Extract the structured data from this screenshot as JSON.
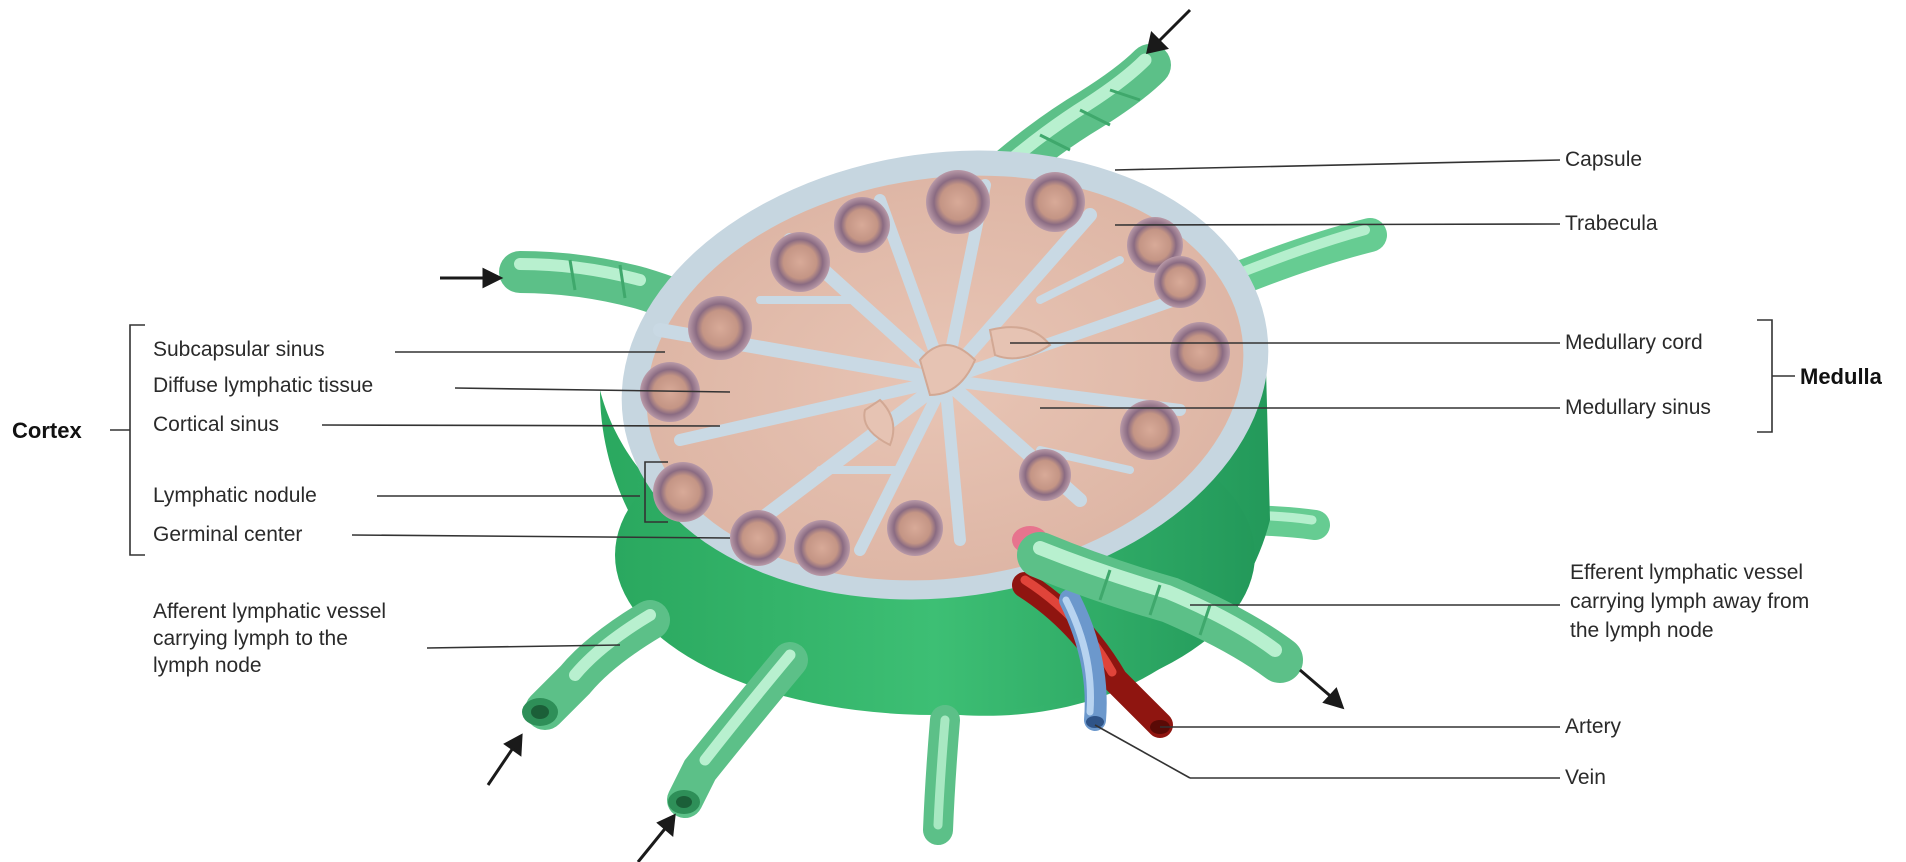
{
  "diagram": {
    "group_labels": {
      "cortex": "Cortex",
      "medulla": "Medulla"
    },
    "labels": {
      "subcapsular_sinus": "Subcapsular sinus",
      "diffuse_lymphatic_tissue": "Diffuse lymphatic tissue",
      "cortical_sinus": "Cortical sinus",
      "lymphatic_nodule": "Lymphatic nodule",
      "germinal_center": "Germinal center",
      "afferent_vessel": [
        "Afferent lymphatic vessel",
        "carrying lymph to the",
        "lymph node"
      ],
      "capsule": "Capsule",
      "trabecula": "Trabecula",
      "medullary_cord": "Medullary cord",
      "medullary_sinus": "Medullary sinus",
      "efferent_vessel": [
        "Efferent lymphatic vessel",
        "carrying lymph away from",
        "the lymph node"
      ],
      "artery": "Artery",
      "vein": "Vein"
    },
    "colors": {
      "capsule_green": "#34b56b",
      "vessel_green": "#7fd8a4",
      "parenchyma_pink": "#e3bfae",
      "sinus_blue": "#cfdde6",
      "nodule_purple": "#8f6f86",
      "artery_red": "#c8261f",
      "vein_blue": "#7aa7da"
    }
  }
}
